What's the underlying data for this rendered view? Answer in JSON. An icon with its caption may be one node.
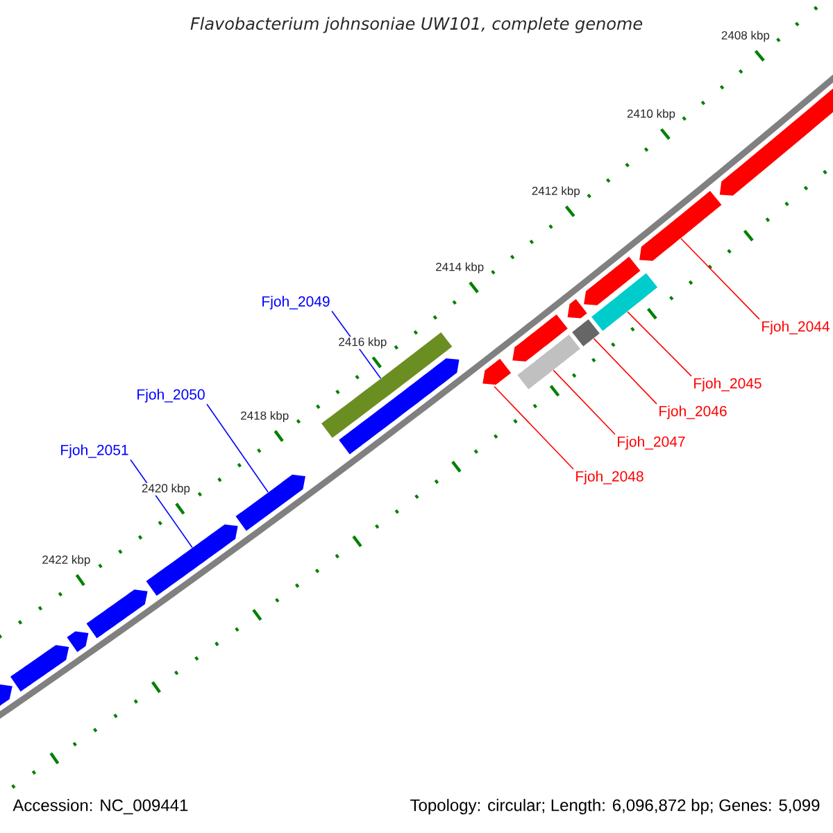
{
  "diagram": {
    "title": "Flavobacterium johnsoniae UW101, complete genome",
    "nodes": [
      {
        "text": [
          "Fjoh_2044"
        ]
      },
      {
        "text": [
          "Fjoh_2045"
        ]
      },
      {
        "text": [
          "Fjoh_2046"
        ]
      },
      {
        "text": [
          "Fjoh_2047"
        ]
      },
      {
        "text": [
          "Fjoh_2048"
        ]
      },
      {
        "text": [
          "Fjoh_2049"
        ]
      },
      {
        "text": [
          "Fjoh_2050"
        ]
      },
      {
        "text": [
          "Fjoh_2051"
        ]
      },
      {
        "text": [],
        "shape": "arrow"
      },
      {
        "text": [],
        "shape": "arrow"
      },
      {
        "text": [],
        "shape": "arrow"
      },
      {
        "text": [],
        "shape": "arrow"
      },
      {
        "text": [],
        "shape": "arrow"
      },
      {
        "text": [],
        "shape": "arrow"
      },
      {
        "text": [],
        "shape": "bar"
      },
      {
        "text": [],
        "shape": "arrow"
      },
      {
        "text": [],
        "shape": "arrow"
      },
      {
        "text": [],
        "shape": "arrow"
      },
      {
        "text": [],
        "shape": "bar"
      },
      {
        "text": [],
        "shape": "arrow"
      },
      {
        "text": [],
        "shape": "bar"
      },
      {
        "text": [],
        "shape": "arrow"
      },
      {
        "text": [],
        "shape": "bar"
      },
      {
        "text": [],
        "shape": "arrow"
      },
      {
        "text": [],
        "shape": "arrow"
      }
    ],
    "edges": [
      {
        "from": 0,
        "to": 23,
        "arrow": "none"
      },
      {
        "from": 1,
        "to": 22,
        "arrow": "none"
      },
      {
        "from": 2,
        "to": 20,
        "arrow": "none"
      },
      {
        "from": 3,
        "to": 18,
        "arrow": "none"
      },
      {
        "from": 4,
        "to": 16,
        "arrow": "none"
      },
      {
        "from": 5,
        "to": 14,
        "arrow": "none",
        "color": "#0000ff"
      },
      {
        "from": 6,
        "to": 13,
        "arrow": "none",
        "color": "#0000ff"
      },
      {
        "from": 7,
        "to": 12,
        "arrow": "none",
        "color": "#0000ff"
      }
    ],
    "labels": [
      "2408 kbp",
      "2410 kbp",
      "2412 kbp",
      "2414 kbp",
      "2416 kbp",
      "2418 kbp",
      "2420 kbp",
      "2422 kbp",
      "Accession: NC_009441",
      "Topology: circular; Length: 6,096,872 bp; Genes: 5,099"
    ]
  }
}
